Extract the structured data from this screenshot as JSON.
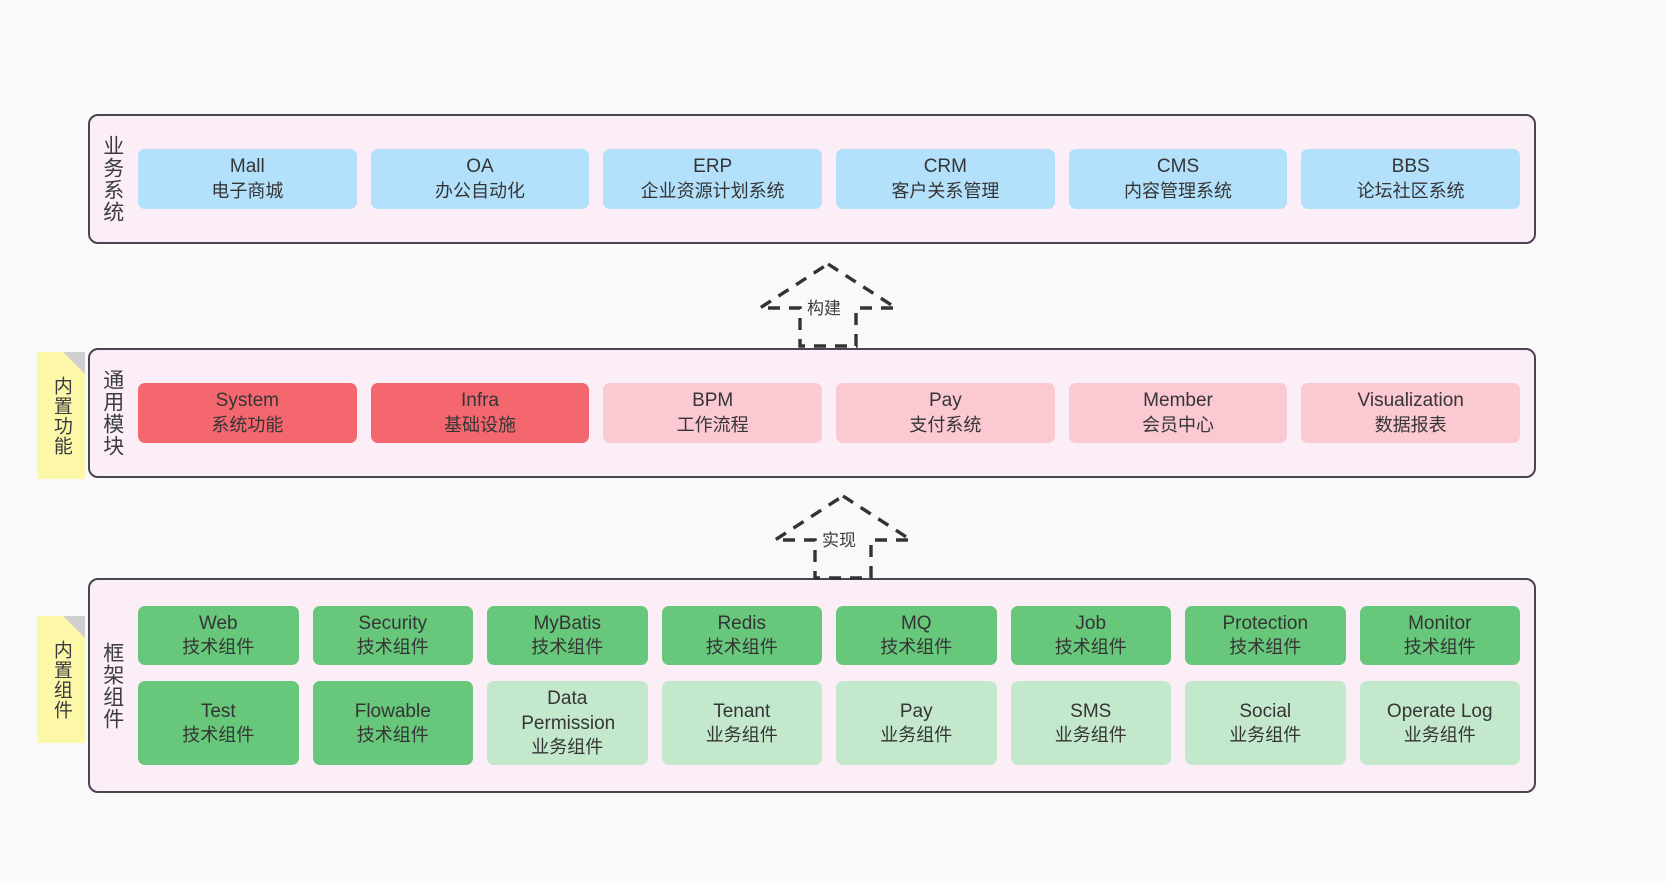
{
  "diagram": {
    "background_color": "#f9f9f9",
    "layer_fill": "#fbeef6",
    "layer_border": "#4a4453",
    "note_fill": "#fcf8a8"
  },
  "layers": [
    {
      "title": "业务系统",
      "rows": [
        [
          {
            "name": "Mall",
            "desc": "电子商城",
            "color": "#b3e0fb",
            "style": "blue"
          },
          {
            "name": "OA",
            "desc": "办公自动化",
            "color": "#b3e0fb",
            "style": "blue"
          },
          {
            "name": "ERP",
            "desc": "企业资源计划系统",
            "color": "#b3e0fb",
            "style": "blue"
          },
          {
            "name": "CRM",
            "desc": "客户关系管理",
            "color": "#b3e0fb",
            "style": "blue"
          },
          {
            "name": "CMS",
            "desc": "内容管理系统",
            "color": "#b3e0fb",
            "style": "blue"
          },
          {
            "name": "BBS",
            "desc": "论坛社区系统",
            "color": "#b3e0fb",
            "style": "blue"
          }
        ]
      ]
    },
    {
      "title": "通用模块",
      "note": "内置功能",
      "rows": [
        [
          {
            "name": "System",
            "desc": "系统功能",
            "color": "#f4676f",
            "style": "red"
          },
          {
            "name": "Infra",
            "desc": "基础设施",
            "color": "#f4676f",
            "style": "red"
          },
          {
            "name": "BPM",
            "desc": "工作流程",
            "color": "#fbc9d2",
            "style": "pink"
          },
          {
            "name": "Pay",
            "desc": "支付系统",
            "color": "#fbc9d2",
            "style": "pink"
          },
          {
            "name": "Member",
            "desc": "会员中心",
            "color": "#fbc9d2",
            "style": "pink"
          },
          {
            "name": "Visualization",
            "desc": "数据报表",
            "color": "#fbc9d2",
            "style": "pink"
          }
        ]
      ]
    },
    {
      "title": "框架组件",
      "note": "内置组件",
      "rows": [
        [
          {
            "name": "Web",
            "desc": "技术组件",
            "color": "#67c77b",
            "style": "green"
          },
          {
            "name": "Security",
            "desc": "技术组件",
            "color": "#67c77b",
            "style": "green"
          },
          {
            "name": "MyBatis",
            "desc": "技术组件",
            "color": "#67c77b",
            "style": "green"
          },
          {
            "name": "Redis",
            "desc": "技术组件",
            "color": "#67c77b",
            "style": "green"
          },
          {
            "name": "MQ",
            "desc": "技术组件",
            "color": "#67c77b",
            "style": "green"
          },
          {
            "name": "Job",
            "desc": "技术组件",
            "color": "#67c77b",
            "style": "green"
          },
          {
            "name": "Protection",
            "desc": "技术组件",
            "color": "#67c77b",
            "style": "green"
          },
          {
            "name": "Monitor",
            "desc": "技术组件",
            "color": "#67c77b",
            "style": "green"
          }
        ],
        [
          {
            "name": "Test",
            "desc": "技术组件",
            "color": "#67c77b",
            "style": "green"
          },
          {
            "name": "Flowable",
            "desc": "技术组件",
            "color": "#67c77b",
            "style": "green"
          },
          {
            "name": "Data Permission",
            "desc": "业务组件",
            "color": "#c3e8cc",
            "style": "lightgreen"
          },
          {
            "name": "Tenant",
            "desc": "业务组件",
            "color": "#c3e8cc",
            "style": "lightgreen"
          },
          {
            "name": "Pay",
            "desc": "业务组件",
            "color": "#c3e8cc",
            "style": "lightgreen"
          },
          {
            "name": "SMS",
            "desc": "业务组件",
            "color": "#c3e8cc",
            "style": "lightgreen"
          },
          {
            "name": "Social",
            "desc": "业务组件",
            "color": "#c3e8cc",
            "style": "lightgreen"
          },
          {
            "name": "Operate Log",
            "desc": "业务组件",
            "color": "#c3e8cc",
            "style": "lightgreen"
          }
        ]
      ]
    }
  ],
  "connectors": [
    {
      "label": "构建",
      "from": "通用模块",
      "to": "业务系统"
    },
    {
      "label": "实现",
      "from": "框架组件",
      "to": "通用模块"
    }
  ]
}
